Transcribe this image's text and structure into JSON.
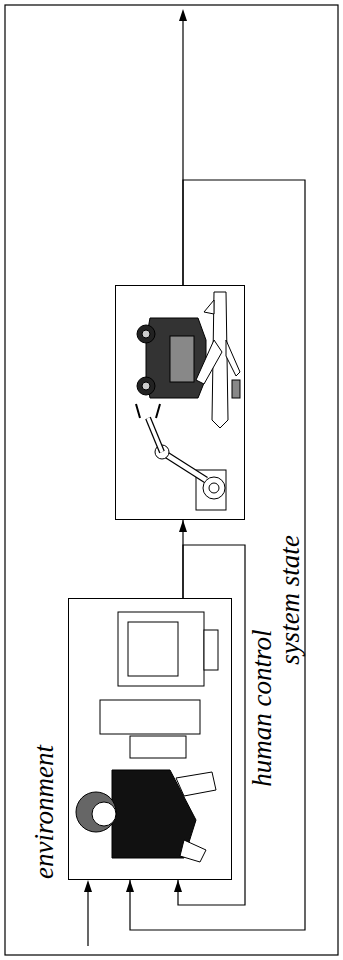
{
  "diagram": {
    "nodes": [
      {
        "text": []
      },
      {
        "text": []
      }
    ],
    "edges": [
      {
        "from": 0,
        "to": 1,
        "arrow": "to"
      },
      {
        "from": 1,
        "to": 0,
        "label": "system state",
        "arrow": "to"
      },
      {
        "from": 0,
        "to": 0,
        "label": "human control",
        "arrow": "to"
      }
    ],
    "labels": [
      "environment"
    ]
  }
}
